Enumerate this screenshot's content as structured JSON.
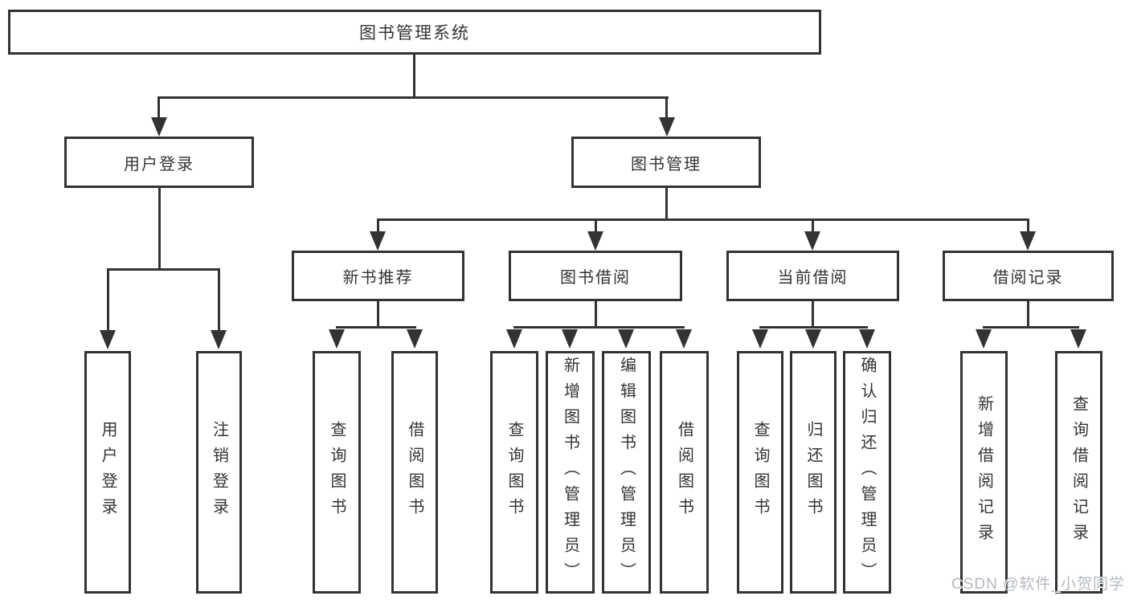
{
  "diagram": {
    "root": {
      "label": "图书管理系统"
    },
    "level2": [
      {
        "label": "用户登录"
      },
      {
        "label": "图书管理"
      }
    ],
    "level3": [
      {
        "label": "新书推荐"
      },
      {
        "label": "图书借阅"
      },
      {
        "label": "当前借阅"
      },
      {
        "label": "借阅记录"
      }
    ],
    "leaves": {
      "login": [
        "用户登录",
        "注销登录"
      ],
      "recommend": [
        "查询图书",
        "借阅图书"
      ],
      "borrow": [
        "查询图书",
        "新增图书（管理员）",
        "编辑图书（管理员）",
        "借阅图书"
      ],
      "current": [
        "查询图书",
        "归还图书",
        "确认归还（管理员）"
      ],
      "records": [
        "新增借阅记录",
        "查询借阅记录"
      ]
    },
    "watermark": "CSDN @软件_小贺同学",
    "colors": {
      "line": "#333333",
      "text": "#333333",
      "watermark": "#b4b9bf",
      "background": "#ffffff"
    }
  }
}
